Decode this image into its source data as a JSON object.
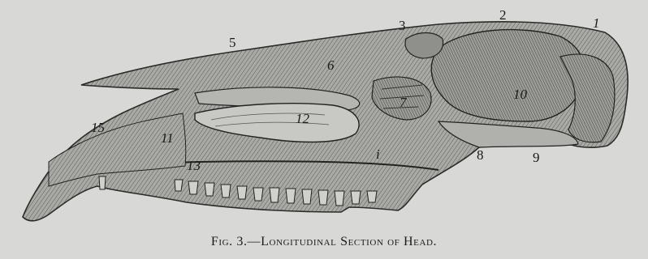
{
  "caption": "Fig. 3.—Longitudinal Section of Head.",
  "labels": [
    {
      "id": "label-1",
      "text": "1"
    },
    {
      "id": "label-2",
      "text": "2"
    },
    {
      "id": "label-3",
      "text": "3"
    },
    {
      "id": "label-5",
      "text": "5"
    },
    {
      "id": "label-6",
      "text": "6"
    },
    {
      "id": "label-7",
      "text": "7"
    },
    {
      "id": "label-8",
      "text": "8"
    },
    {
      "id": "label-9",
      "text": "9"
    },
    {
      "id": "label-10",
      "text": "10"
    },
    {
      "id": "label-11",
      "text": "11"
    },
    {
      "id": "label-12",
      "text": "12"
    },
    {
      "id": "label-13",
      "text": "13"
    },
    {
      "id": "label-15",
      "text": "15"
    },
    {
      "id": "label-i",
      "text": "i"
    }
  ],
  "colors": {
    "background": "#d8d8d6",
    "bone": "#b9b9b5",
    "ink": "#1a1a1a",
    "cavity": "#8f8f8b"
  }
}
